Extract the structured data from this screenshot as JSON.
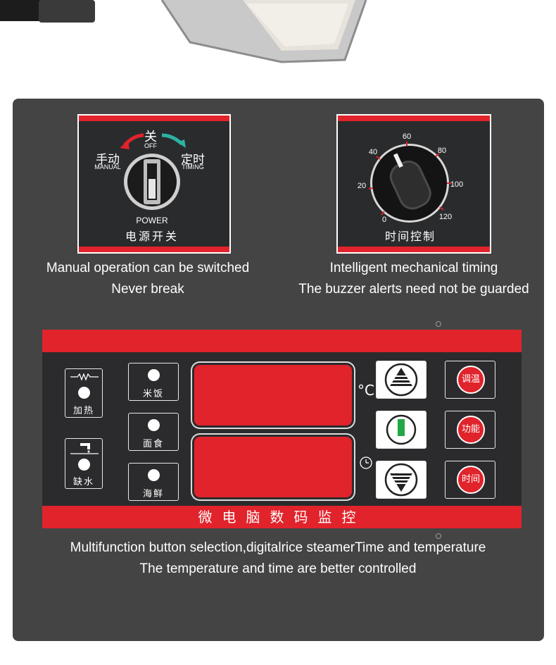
{
  "power_switch": {
    "label_off_cn": "关",
    "label_off_en": "OFF",
    "label_manual_cn": "手动",
    "label_manual_en": "MANUAL",
    "label_timing_cn": "定时",
    "label_timing_en": "TIMING",
    "label_power_en": "POWER",
    "label_power_cn": "电源开关"
  },
  "timer_dial": {
    "scale": [
      "0",
      "20",
      "40",
      "60",
      "80",
      "100",
      "120"
    ],
    "label_cn": "时间控制"
  },
  "captions": {
    "left_line1": "Manual operation can be switched",
    "left_line2": "Never break",
    "right_line1": "Intelligent mechanical timing",
    "right_line2": "The buzzer alerts need not be guarded",
    "bottom_line1": "Multifunction button selection,digitalrice steamerTime and temperature",
    "bottom_line2": "The temperature and time are better controlled"
  },
  "control_board": {
    "title_cn": "微电脑数码监控",
    "indicator_heating": "加热",
    "indicator_water": "缺水",
    "mode_rice": "米饭",
    "mode_noodle": "面食",
    "mode_seafood": "海鲜",
    "unit_celsius": "°C",
    "btn_temp": "调温",
    "btn_function": "功能",
    "btn_time": "时间"
  },
  "colors": {
    "panel_bg": "#444444",
    "accent_red": "#e1232b",
    "board_bg": "#2b2b2d",
    "power_green": "#22a845"
  }
}
